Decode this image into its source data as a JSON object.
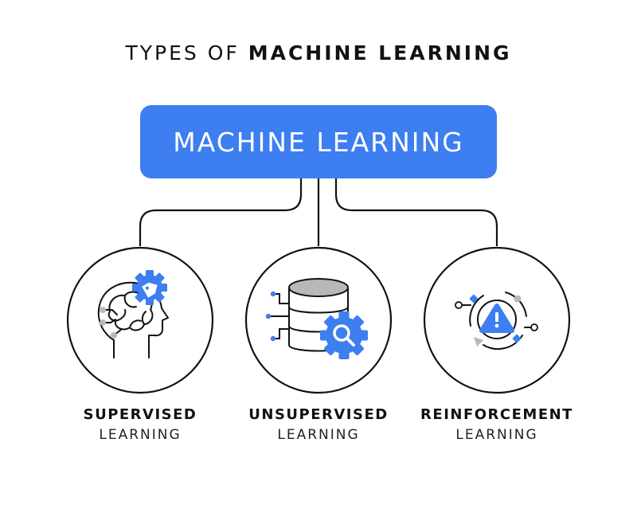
{
  "title": {
    "prefix": "TYPES OF",
    "emphasis": "MACHINE LEARNING"
  },
  "root": {
    "label": "MACHINE LEARNING"
  },
  "colors": {
    "accent": "#3d7ef0",
    "line": "#111111",
    "node_gray": "#b8b8b8"
  },
  "branches": [
    {
      "title": "SUPERVISED",
      "subtitle": "LEARNING",
      "icon": "head-gear-tag-icon"
    },
    {
      "title": "UNSUPERVISED",
      "subtitle": "LEARNING",
      "icon": "database-gear-search-icon"
    },
    {
      "title": "REINFORCEMENT",
      "subtitle": "LEARNING",
      "icon": "cycle-warning-icon"
    }
  ]
}
